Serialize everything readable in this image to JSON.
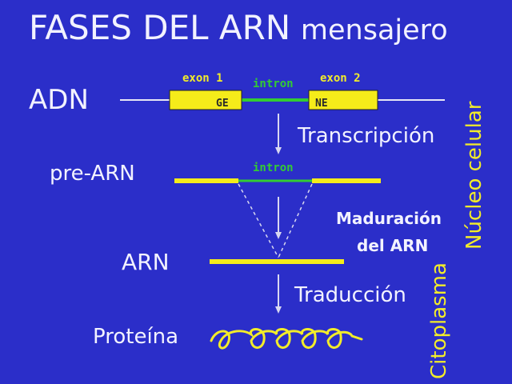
{
  "title": {
    "main": "FASES DEL ARN",
    "suffix": "mensajero"
  },
  "labels": {
    "adn": "ADN",
    "pre_arn": "pre-ARN",
    "arn": "ARN",
    "proteina": "Proteína",
    "exon1": "exon 1",
    "exon2": "exon 2",
    "intron_top": "intron",
    "intron_pre": "intron",
    "box1_text": "GE",
    "box2_text": "NE"
  },
  "processes": {
    "transcripcion": "Transcripción",
    "maduracion_line1": "Maduración",
    "maduracion_line2": "del ARN",
    "traduccion": "Traducción"
  },
  "regions": {
    "nucleo": "Núcleo celular",
    "citoplasma": "Citoplasma"
  },
  "colors": {
    "background": "#2b2ec9",
    "text_white": "#f2f2ff",
    "accent_yellow": "#f2ec2a",
    "intron_green": "#33cc33",
    "exon_fill": "#f5ec1a",
    "arrow_grey": "#d8d8f0"
  }
}
